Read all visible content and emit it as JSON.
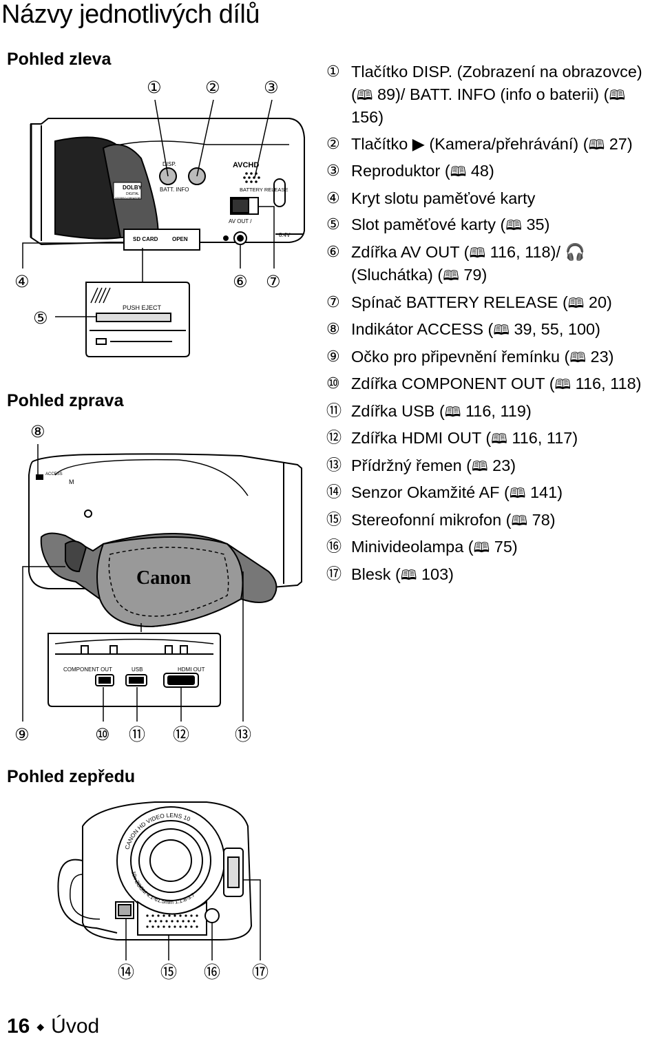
{
  "page": {
    "title": "Názvy jednotlivých dílů",
    "footer": {
      "page_number": "16",
      "separator": "◆",
      "section": "Úvod"
    }
  },
  "views": {
    "left": "Pohled zleva",
    "right": "Pohled zprava",
    "front": "Pohled zepředu"
  },
  "callouts": {
    "c1": "①",
    "c2": "②",
    "c3": "③",
    "c4": "④",
    "c5": "⑤",
    "c6": "⑥",
    "c7": "⑦",
    "c8": "⑧",
    "c9": "⑨",
    "c10": "⑩",
    "c11": "⑪",
    "c12": "⑫",
    "c13": "⑬",
    "c14": "⑭",
    "c15": "⑮",
    "c16": "⑯",
    "c17": "⑰"
  },
  "camera_labels": {
    "disp": "DISP.",
    "batt_info": "BATT. INFO",
    "avchd": "AVCHD",
    "dolby": "DOLBY",
    "dolby_sub": "DIGITAL",
    "dolby_sub2": "STEREO CREATOR",
    "battery_release": "BATTERY RELEASE",
    "av_out": "AV OUT /",
    "sd_card": "SD CARD",
    "open": "OPEN",
    "voltage": "8.4V",
    "push_eject": "PUSH EJECT",
    "access": "ACCESS",
    "mode_m": "M",
    "brand": "Canon",
    "component_out": "COMPONENT OUT",
    "usb": "USB",
    "hdmi_out": "HDMI OUT",
    "lens_text": "CANON HD VIDEO LENS 10",
    "lens_zoom": "10x ZOOM 4.1-61.5mm 1:1.8-3.7"
  },
  "items": [
    {
      "num": "①",
      "text": "Tlačítko DISP. (Zobrazení na obrazovce) (",
      "ref": "89",
      "tail": ")/ BATT. INFO (info o baterii) (",
      "ref2": "156",
      "tail2": ")"
    },
    {
      "num": "②",
      "text": "Tlačítko ▶ (Kamera/přehrávání) (",
      "ref": "27",
      "tail": ")"
    },
    {
      "num": "③",
      "text": "Reproduktor (",
      "ref": "48",
      "tail": ")"
    },
    {
      "num": "④",
      "text": "Kryt slotu paměťové karty"
    },
    {
      "num": "⑤",
      "text": "Slot paměťové karty (",
      "ref": "35",
      "tail": ")"
    },
    {
      "num": "⑥",
      "text": "Zdířka AV OUT (",
      "ref": "116, 118",
      "tail": ")/ 🎧 (Sluchátka) (",
      "ref2": "79",
      "tail2": ")"
    },
    {
      "num": "⑦",
      "text": "Spínač BATTERY RELEASE (",
      "ref": "20",
      "tail": ")"
    },
    {
      "num": "⑧",
      "text": "Indikátor ACCESS (",
      "ref": "39, 55, 100",
      "tail": ")"
    },
    {
      "num": "⑨",
      "text": "Očko pro připevnění řemínku (",
      "ref": "23",
      "tail": ")"
    },
    {
      "num": "⑩",
      "text": "Zdířka COMPONENT OUT (",
      "ref": "116, 118",
      "tail": ")"
    },
    {
      "num": "⑪",
      "text": "Zdířka USB (",
      "ref": "116, 119",
      "tail": ")"
    },
    {
      "num": "⑫",
      "text": "Zdířka HDMI OUT (",
      "ref": "116, 117",
      "tail": ")"
    },
    {
      "num": "⑬",
      "text": "Přídržný řemen (",
      "ref": "23",
      "tail": ")"
    },
    {
      "num": "⑭",
      "text": "Senzor Okamžité AF (",
      "ref": "141",
      "tail": ")"
    },
    {
      "num": "⑮",
      "text": "Stereofonní mikrofon (",
      "ref": "78",
      "tail": ")"
    },
    {
      "num": "⑯",
      "text": "Minivideolampa (",
      "ref": "75",
      "tail": ")"
    },
    {
      "num": "⑰",
      "text": "Blesk (",
      "ref": "103",
      "tail": ")"
    }
  ],
  "book_icon": "book-icon"
}
